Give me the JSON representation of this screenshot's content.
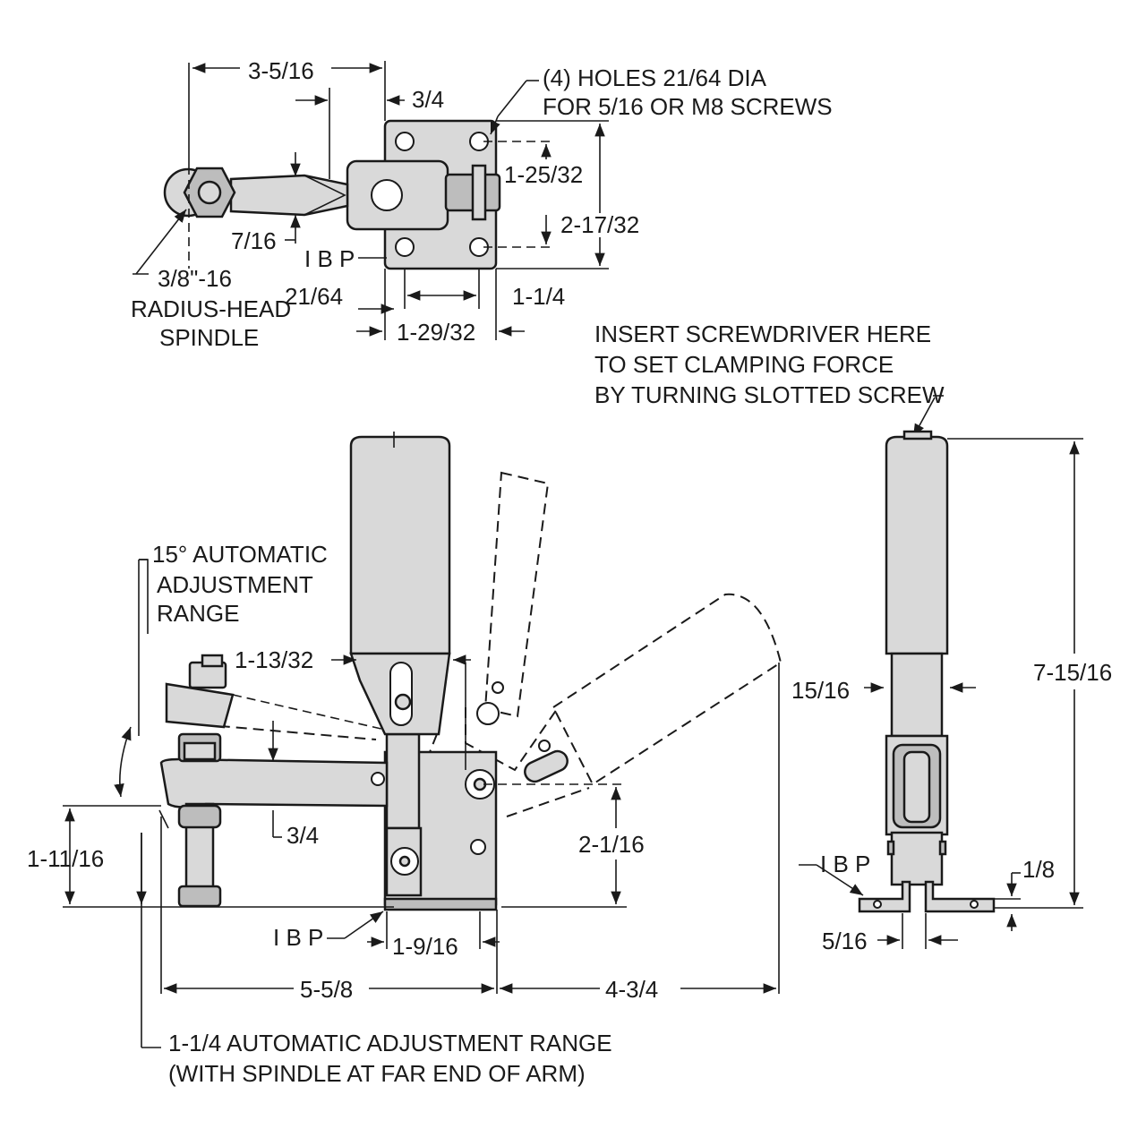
{
  "top_view": {
    "dim_overall": "3-5/16",
    "dim_offset": "3/4",
    "holes_note": [
      "(4) HOLES 21/64 DIA",
      "FOR 5/16 OR M8 SCREWS"
    ],
    "dim_hole_spacing_v": "1-25/32",
    "dim_base_height": "2-17/32",
    "dim_spindle": "7/16",
    "ibp": "I B P",
    "spindle_note": [
      "3/8\"-16",
      "RADIUS-HEAD",
      "SPINDLE"
    ],
    "dim_hole_dia": "21/64",
    "dim_hole_spacing_h": "1-1/4",
    "dim_base_width": "1-29/32"
  },
  "screw_note": [
    "INSERT SCREWDRIVER HERE",
    "TO SET CLAMPING FORCE",
    "BY TURNING SLOTTED SCREW"
  ],
  "side_view": {
    "adj_note": [
      "15° AUTOMATIC",
      "ADJUSTMENT",
      "RANGE"
    ],
    "dim_handle": "1-13/32",
    "dim_arm": "3/4",
    "dim_height": "1-11/16",
    "dim_pivot_height": "2-1/16",
    "ibp": "I B P",
    "dim_base_offset": "1-9/16",
    "dim_reach": "5-5/8",
    "dim_open": "4-3/4",
    "range_note": [
      "1-1/4 AUTOMATIC ADJUSTMENT RANGE",
      "(WITH SPINDLE AT FAR END OF ARM)"
    ]
  },
  "end_view": {
    "dim_handle_width": "15/16",
    "dim_overall_height": "7-15/16",
    "ibp": "I B P",
    "dim_flange": "1/8",
    "dim_thickness": "5/16"
  }
}
